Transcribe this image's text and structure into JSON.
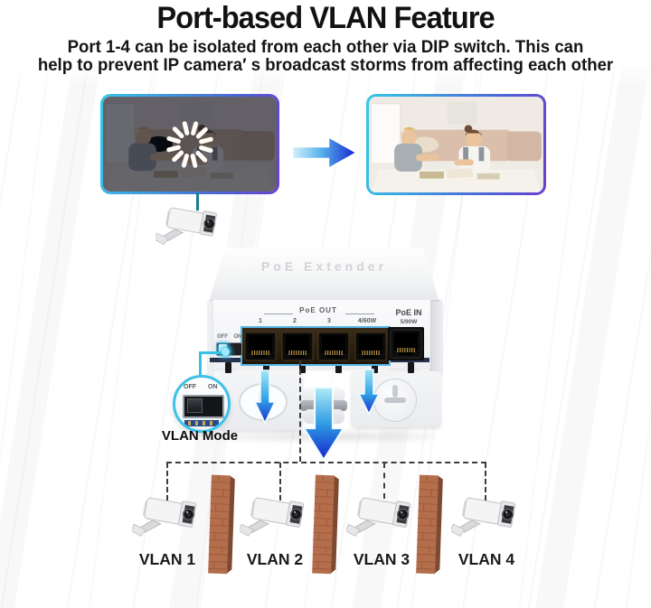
{
  "header": {
    "title": "Port-based VLAN Feature",
    "subtitle_line1": "Port 1-4 can be isolated from each other via DIP switch. This can",
    "subtitle_line2": "help to prevent IP camera′ s broadcast storms from affecting each other"
  },
  "device": {
    "name": "PoE Extender",
    "poe_out_label": "PoE OUT",
    "port_labels": [
      "1",
      "2",
      "3",
      "4/60W"
    ],
    "poe_in_label": "PoE IN",
    "poe_in_power": "5/90W",
    "dip_off": "OFF",
    "dip_on": "ON"
  },
  "callout": {
    "off": "OFF",
    "on": "ON",
    "label": "VLAN Mode"
  },
  "vlans": [
    {
      "label": "VLAN 1"
    },
    {
      "label": "VLAN 2"
    },
    {
      "label": "VLAN 3"
    },
    {
      "label": "VLAN 4"
    }
  ],
  "icons": {
    "spinner": "loading-spinner-icon",
    "camera": "cctv-camera-icon",
    "right_arrow": "right-arrow-icon",
    "down_arrow": "down-arrow-icon"
  },
  "colors": {
    "accent_cyan": "#38c2e8",
    "border_gradient_start": "#35c8e8",
    "border_gradient_end": "#6a3fd0",
    "arrow_deep_blue": "#1b2fd0",
    "wall_brown": "#b46e4c",
    "dash": "#3c3c3c",
    "text": "#121212"
  }
}
